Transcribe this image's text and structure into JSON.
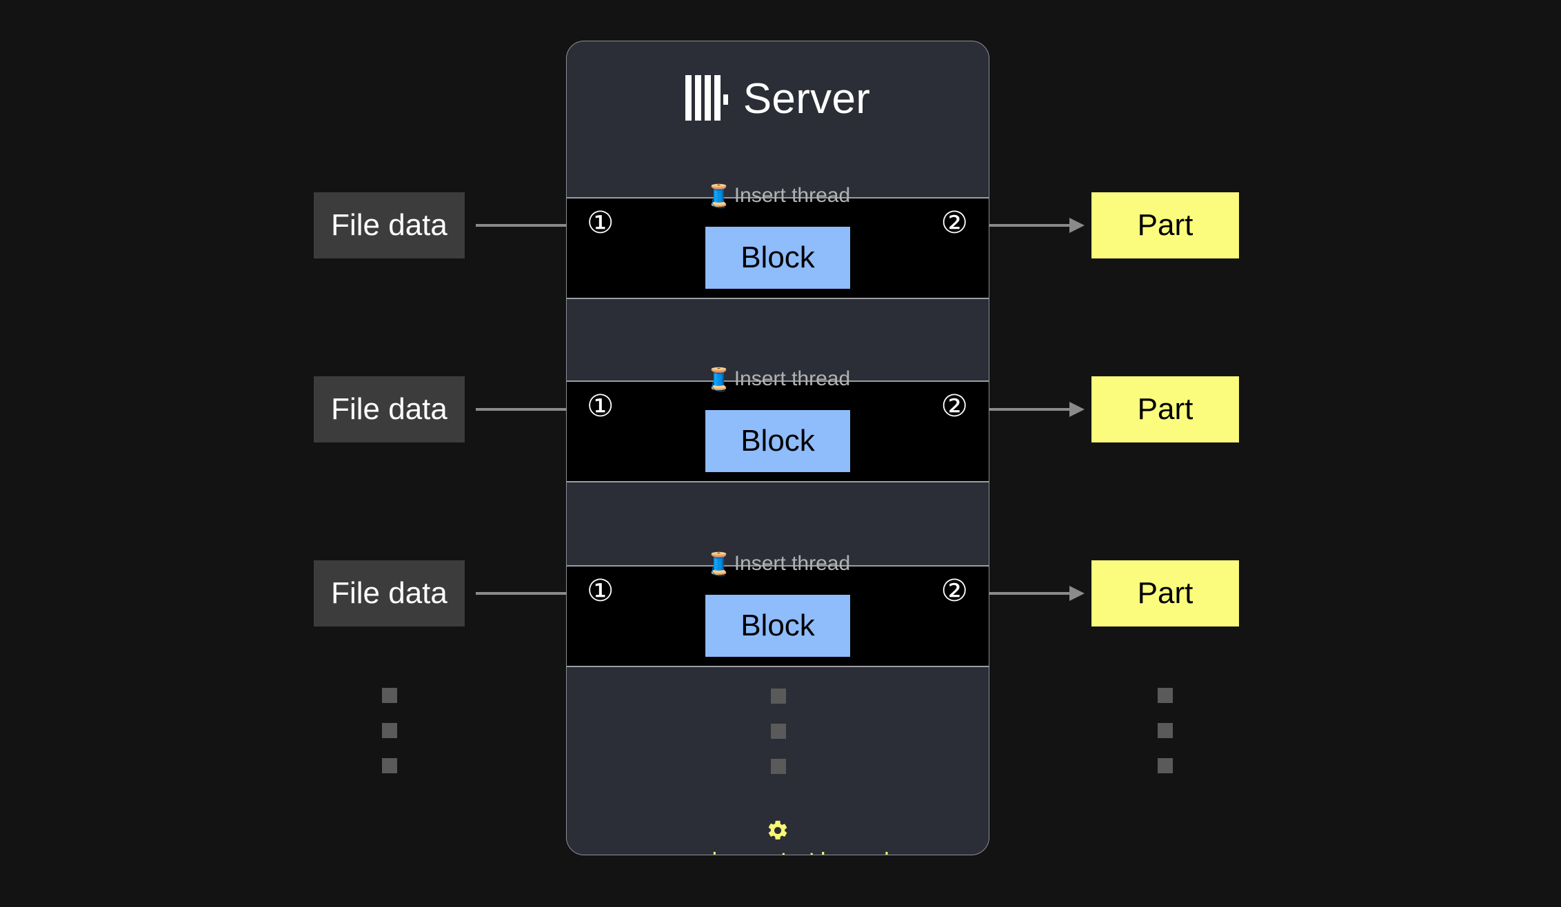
{
  "diagram": {
    "background_color": "#131313",
    "panel": {
      "title": "Server",
      "logo_icon": "clickhouse-logo-icon",
      "fill_color": "#2b2e36",
      "border_color": "#8c8f96"
    },
    "thread_label": {
      "icon": "thread-spool-icon",
      "emoji": "🧵",
      "text": "Insert thread",
      "color": "#b2b2b2"
    },
    "step_markers": {
      "one": "①",
      "two": "②"
    },
    "rows": [
      {
        "file_label": "File data",
        "block_label": "Block",
        "part_label": "Part",
        "step_in": "①",
        "step_out": "②"
      },
      {
        "file_label": "File data",
        "block_label": "Block",
        "part_label": "Part",
        "step_in": "①",
        "step_out": "②"
      },
      {
        "file_label": "File data",
        "block_label": "Block",
        "part_label": "Part",
        "step_in": "①",
        "step_out": "②"
      }
    ],
    "colors": {
      "file_box": "#3c3c3c",
      "block_box": "#8fbcfb",
      "part_box": "#fbfb7d",
      "arrow": "#8a8a8a",
      "thread_row": "#000000",
      "setting_yellow": "#f7f774",
      "ellipsis_square": "#5a5a5a"
    },
    "setting": {
      "icon": "gear-icon",
      "name": "max_insert_threads"
    },
    "ellipsis": {
      "dot_count": 3,
      "columns": [
        "left",
        "middle",
        "right"
      ]
    }
  }
}
